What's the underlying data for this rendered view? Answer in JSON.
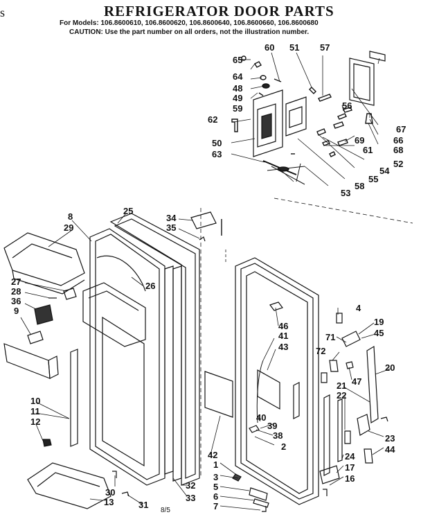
{
  "header": {
    "corner_glyph": "s",
    "title": "REFRIGERATOR DOOR PARTS",
    "models": "For Models: 106.8600610, 106.8600620, 106.8600640, 106.8600660, 106.8600680",
    "caution": "CAUTION: Use the part number on all orders, not the illustration number."
  },
  "page_code": "8/5",
  "callouts": [
    "65",
    "64",
    "48",
    "49",
    "59",
    "62",
    "50",
    "63",
    "60",
    "51",
    "57",
    "56",
    "69",
    "61",
    "52",
    "54",
    "55",
    "58",
    "53",
    "67",
    "66",
    "68",
    "8",
    "29",
    "25",
    "34",
    "35",
    "27",
    "28",
    "36",
    "9",
    "26",
    "10",
    "11",
    "12",
    "30",
    "13",
    "31",
    "32",
    "33",
    "46",
    "41",
    "43",
    "42",
    "40",
    "39",
    "38",
    "2",
    "1",
    "3",
    "5",
    "6",
    "7",
    "4",
    "19",
    "45",
    "71",
    "72",
    "47",
    "20",
    "21",
    "22",
    "23",
    "44",
    "24",
    "17",
    "16"
  ]
}
